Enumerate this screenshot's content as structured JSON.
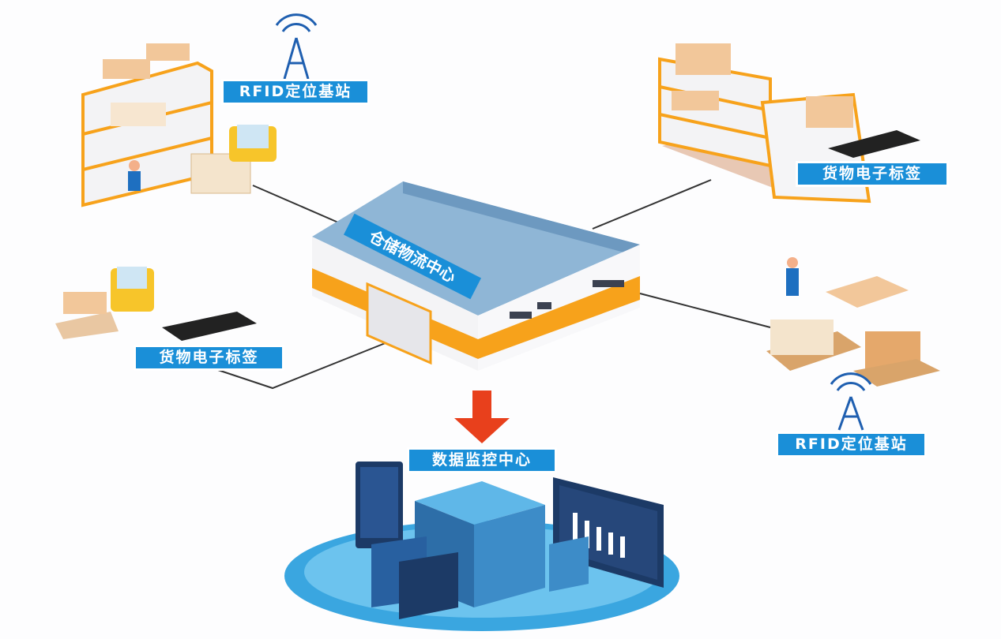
{
  "labels": {
    "rfid_top": "RFID定位基站",
    "tag_top_right": "货物电子标签",
    "warehouse": "仓储物流中心",
    "tag_left": "货物电子标签",
    "rfid_right": "RFID定位基站",
    "monitor_center": "数据监控中心"
  },
  "colors": {
    "label_bg": "#1a8fd8",
    "arrow": "#e8401c",
    "accent_orange": "#f7a21b"
  }
}
